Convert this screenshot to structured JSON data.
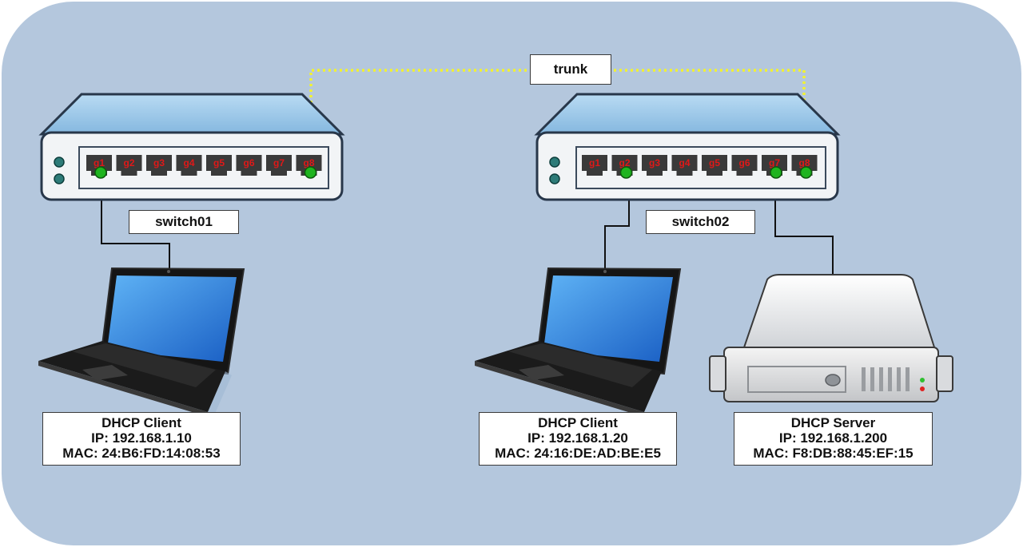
{
  "diagram": {
    "colors": {
      "background": "#b4c7dd",
      "switch_body": "#f2f4f6",
      "switch_top": "#8fbfe3",
      "port": "#3a3a3a",
      "port_label": "#e01818",
      "port_dot": "#1fb41f",
      "trunk_line": "#f2f230",
      "cable": "#111111"
    },
    "trunk_label": "trunk",
    "switches": [
      {
        "name": "switch01",
        "ports": [
          "g1",
          "g2",
          "g3",
          "g4",
          "g5",
          "g6",
          "g7",
          "g8"
        ],
        "active_ports": [
          "g1",
          "g8"
        ]
      },
      {
        "name": "switch02",
        "ports": [
          "g1",
          "g2",
          "g3",
          "g4",
          "g5",
          "g6",
          "g7",
          "g8"
        ],
        "active_ports": [
          "g2",
          "g7",
          "g8"
        ]
      }
    ],
    "hosts": [
      {
        "role": "DHCP Client",
        "ip": "IP: 192.168.1.10",
        "mac": "MAC: 24:B6:FD:14:08:53",
        "icon": "laptop-icon",
        "connected_to": "switch01 g1"
      },
      {
        "role": "DHCP Client",
        "ip": "IP: 192.168.1.20",
        "mac": "MAC: 24:16:DE:AD:BE:E5",
        "icon": "laptop-icon",
        "connected_to": "switch02 g2"
      },
      {
        "role": "DHCP Server",
        "ip": "IP: 192.168.1.200",
        "mac": "MAC: F8:DB:88:45:EF:15",
        "icon": "server-icon",
        "connected_to": "switch02 g7"
      }
    ]
  }
}
